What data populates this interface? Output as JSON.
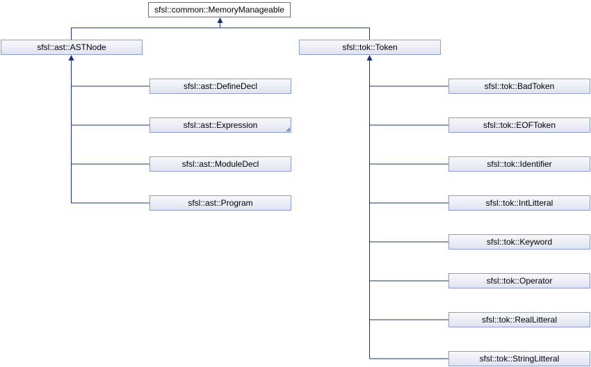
{
  "root": {
    "label": "sfsl::common::MemoryManageable"
  },
  "groups": [
    {
      "parent": {
        "label": "sfsl::ast::ASTNode"
      },
      "children": [
        {
          "label": "sfsl::ast::DefineDecl",
          "truncated": false
        },
        {
          "label": "sfsl::ast::Expression",
          "truncated": true
        },
        {
          "label": "sfsl::ast::ModuleDecl",
          "truncated": false
        },
        {
          "label": "sfsl::ast::Program",
          "truncated": false
        }
      ]
    },
    {
      "parent": {
        "label": "sfsl::tok::Token"
      },
      "children": [
        {
          "label": "sfsl::tok::BadToken",
          "truncated": false
        },
        {
          "label": "sfsl::tok::EOFToken",
          "truncated": false
        },
        {
          "label": "sfsl::tok::Identifier",
          "truncated": false
        },
        {
          "label": "sfsl::tok::IntLitteral",
          "truncated": false
        },
        {
          "label": "sfsl::tok::Keyword",
          "truncated": false
        },
        {
          "label": "sfsl::tok::Operator",
          "truncated": false
        },
        {
          "label": "sfsl::tok::RealLitteral",
          "truncated": false
        },
        {
          "label": "sfsl::tok::StringLitteral",
          "truncated": false
        }
      ]
    }
  ],
  "colors": {
    "edge": "#1a2f7f",
    "node_border": "#8c9ccb"
  }
}
